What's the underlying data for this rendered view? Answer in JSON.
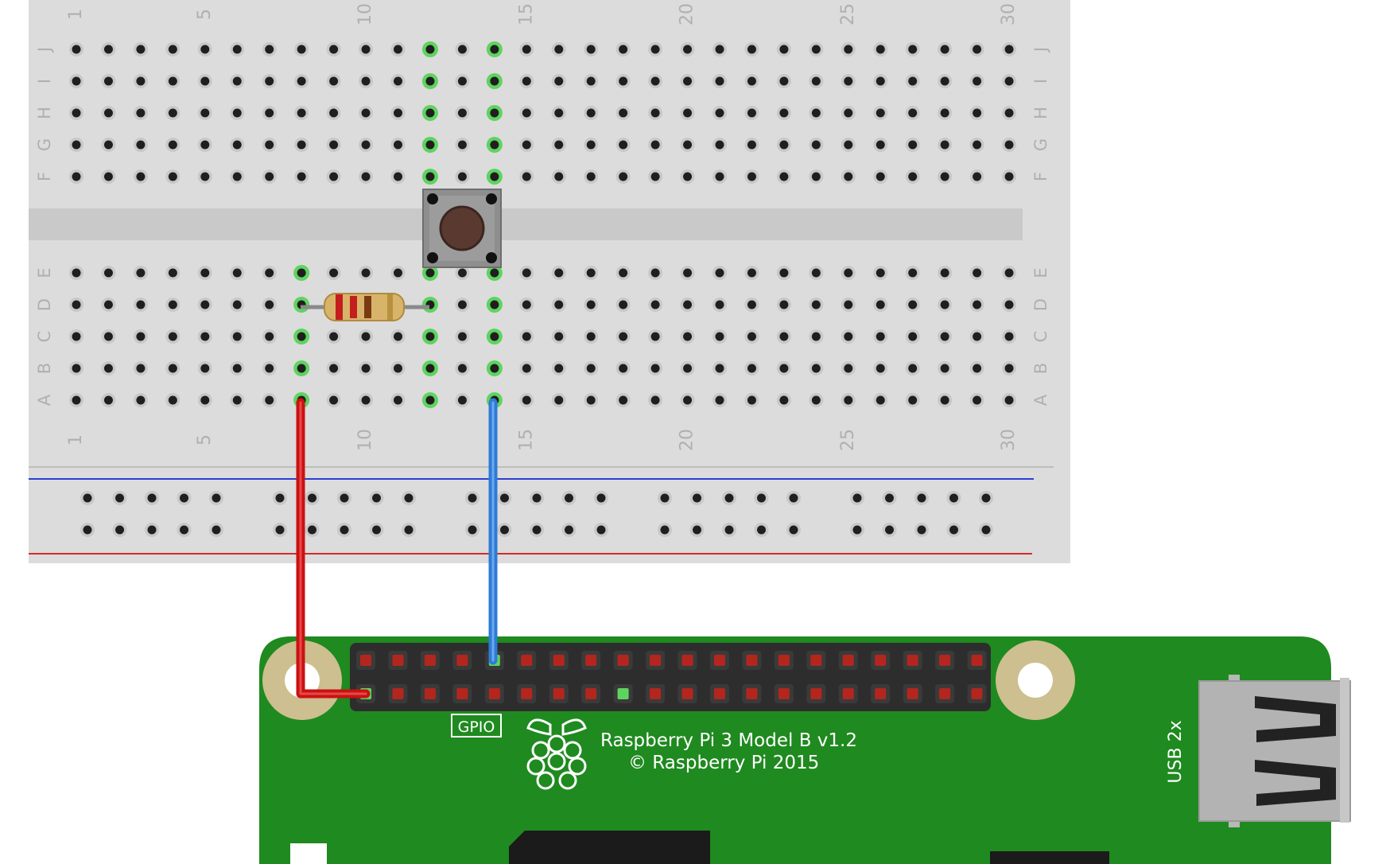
{
  "breadboard": {
    "column_numbers": [
      "1",
      "5",
      "10",
      "15",
      "20",
      "25",
      "30"
    ],
    "rows_top": [
      "J",
      "I",
      "H",
      "G",
      "F"
    ],
    "rows_bottom": [
      "E",
      "D",
      "C",
      "B",
      "A"
    ]
  },
  "pi": {
    "model_label": "Raspberry Pi 3 Model B v1.2",
    "copyright_label": "© Raspberry Pi 2015",
    "gpio_label": "GPIO",
    "usb_label": "USB 2x"
  },
  "colors": {
    "board_bg": "#dcdcdc",
    "hole": "#1f1f1f",
    "hole_ring": "#c8c8c8",
    "highlight": "#5fd35f",
    "pcb_green": "#1f8a1f",
    "pin_red": "#b3261e",
    "wire_red": "#cc1111",
    "wire_blue": "#2e7bd6",
    "rail_blue": "#2a3fd1",
    "rail_red": "#d42a2a"
  }
}
